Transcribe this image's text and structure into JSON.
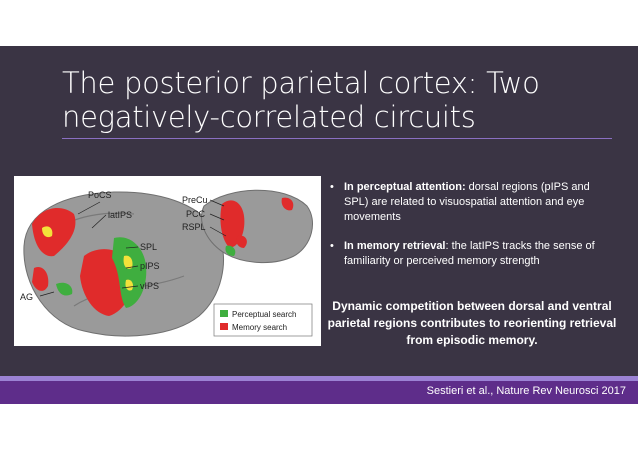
{
  "title": "The posterior parietal cortex: Two negatively-correlated circuits",
  "figure": {
    "labels": [
      "PoCS",
      "latIPS",
      "SPL",
      "pIPS",
      "vIPS",
      "AG",
      "PreCu",
      "PCC",
      "RSPL"
    ],
    "legend": [
      "Perceptual search",
      "Memory search"
    ],
    "colors": {
      "perceptual": "#3fae3f",
      "memory": "#e02b2b",
      "overlap": "#f3e23a"
    }
  },
  "bullets": [
    {
      "bold": "In perceptual attention:",
      "text": " dorsal regions (pIPS and SPL) are related to visuospatial attention and eye movements"
    },
    {
      "bold": "In memory retrieval",
      "text": ": the latIPS tracks the sense of familiarity or perceived memory strength"
    }
  ],
  "conclusion": "Dynamic competition between dorsal and ventral parietal regions contributes to reorienting retrieval from episodic memory.",
  "citation": "Sestieri et al., Nature Rev Neurosci 2017",
  "theme": {
    "background": "#3a3444",
    "accent_light": "#9b82d4",
    "accent_dark": "#5e2d8a"
  }
}
